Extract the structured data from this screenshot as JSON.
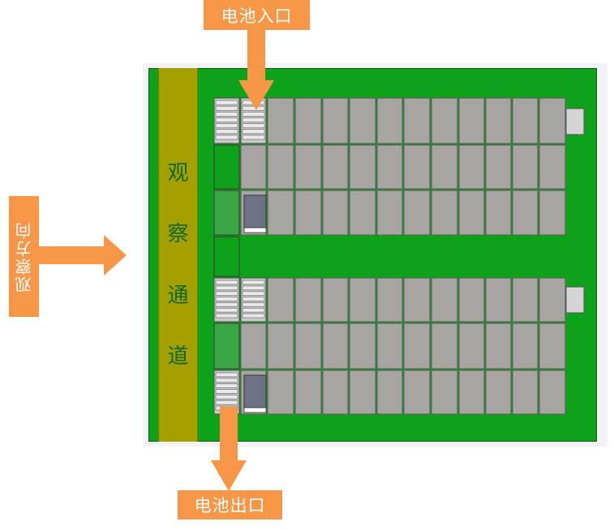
{
  "labels": {
    "battery_inlet": "电池入口",
    "battery_outlet": "电池出口",
    "view_direction": "观察方向",
    "aisle_chars": [
      "观",
      "察",
      "通",
      "道"
    ]
  },
  "colors": {
    "arrow": "#f79646",
    "floor": "#0ea11a",
    "aisle": "#a5a000",
    "cell": "#a7a5a1"
  }
}
